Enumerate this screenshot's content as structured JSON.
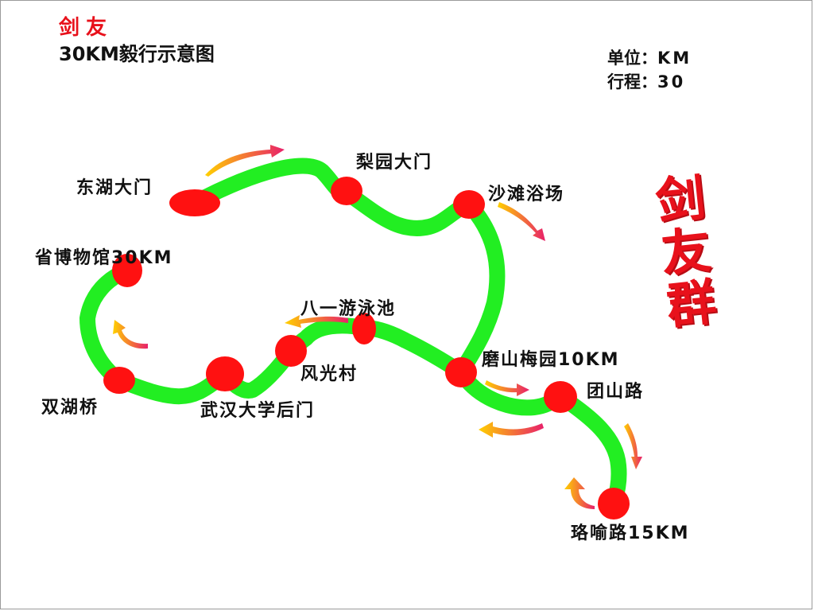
{
  "header": {
    "brand": "剑友",
    "title": "30KM毅行示意图"
  },
  "legend": {
    "unit_label": "单位：",
    "unit_value": "KM",
    "distance_label": "行程：",
    "distance_value": "30"
  },
  "brand_big": [
    "剑",
    "友",
    "群"
  ],
  "colors": {
    "route": "#22ee22",
    "stop": "#ff1111",
    "arrow_start": "#ffd000",
    "arrow_end": "#e8206a",
    "brand": "#e8111b"
  },
  "stops": [
    {
      "id": "donghu-gate",
      "label": "东湖大门"
    },
    {
      "id": "liyuan-gate",
      "label": "梨园大门"
    },
    {
      "id": "beach",
      "label": "沙滩浴场"
    },
    {
      "id": "moshan-garden",
      "label": "磨山梅园10KM"
    },
    {
      "id": "tuanshan-road",
      "label": "团山路"
    },
    {
      "id": "luoyu-road",
      "label": "珞喻路15KM"
    },
    {
      "id": "bayi-pool",
      "label": "八一游泳池"
    },
    {
      "id": "fengguang-village",
      "label": "风光村"
    },
    {
      "id": "whu-backgate",
      "label": "武汉大学后门"
    },
    {
      "id": "shuanghu-bridge",
      "label": "双湖桥"
    },
    {
      "id": "provincial-museum",
      "label": "省博物馆30KM"
    }
  ]
}
